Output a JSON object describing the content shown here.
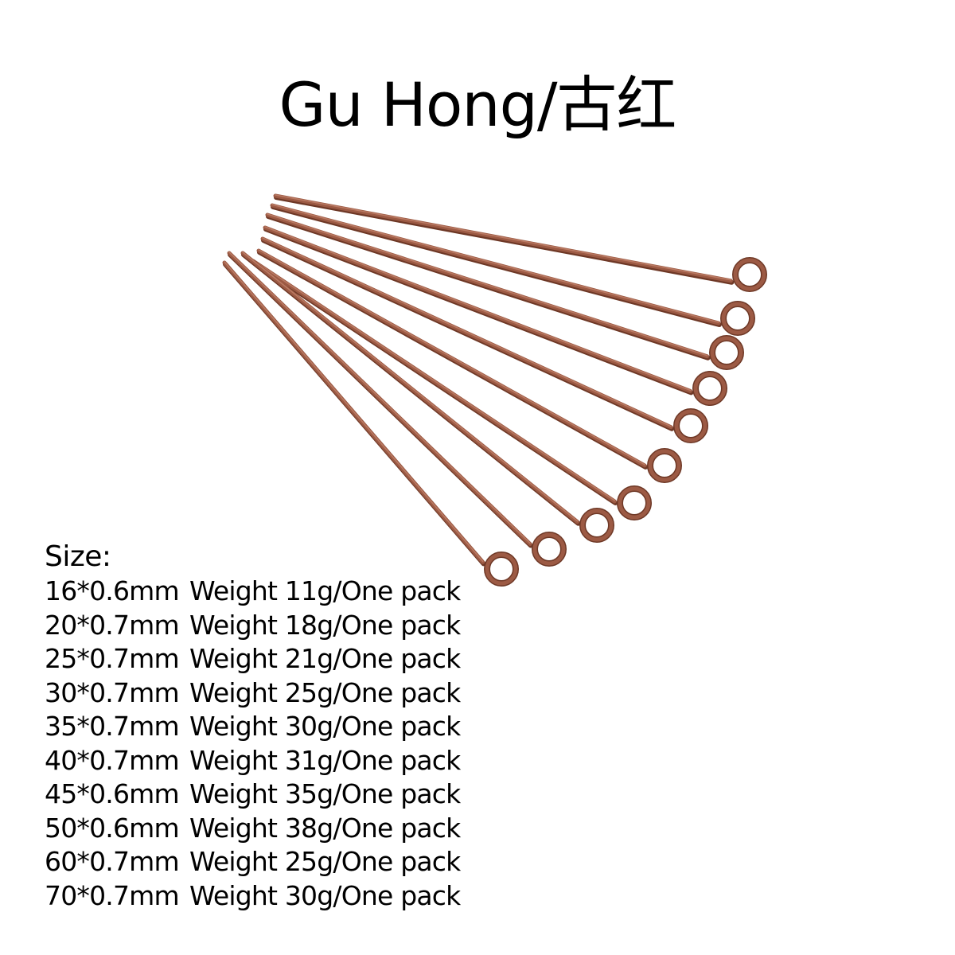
{
  "title": "Gu Hong/古红",
  "colors": {
    "pin": "#9c5a44",
    "pin_dark": "#6e3826",
    "pin_light": "#c98a72",
    "text": "#000000",
    "background": "#ffffff"
  },
  "product_image": "antique red copper eye pins",
  "size_heading": "Size:",
  "sizes": [
    {
      "dimension": "16*0.6mm",
      "weight": "Weight 11g/One pack"
    },
    {
      "dimension": "20*0.7mm",
      "weight": "Weight 18g/One pack"
    },
    {
      "dimension": "25*0.7mm",
      "weight": "Weight 21g/One pack"
    },
    {
      "dimension": "30*0.7mm",
      "weight": "Weight 25g/One pack"
    },
    {
      "dimension": "35*0.7mm",
      "weight": "Weight 30g/One pack"
    },
    {
      "dimension": "40*0.7mm",
      "weight": "Weight 31g/One pack"
    },
    {
      "dimension": "45*0.6mm",
      "weight": "Weight 35g/One pack"
    },
    {
      "dimension": "50*0.6mm",
      "weight": "Weight 38g/One pack"
    },
    {
      "dimension": "60*0.7mm",
      "weight": "Weight 25g/One pack"
    },
    {
      "dimension": "70*0.7mm",
      "weight": "Weight 30g/One pack"
    }
  ]
}
